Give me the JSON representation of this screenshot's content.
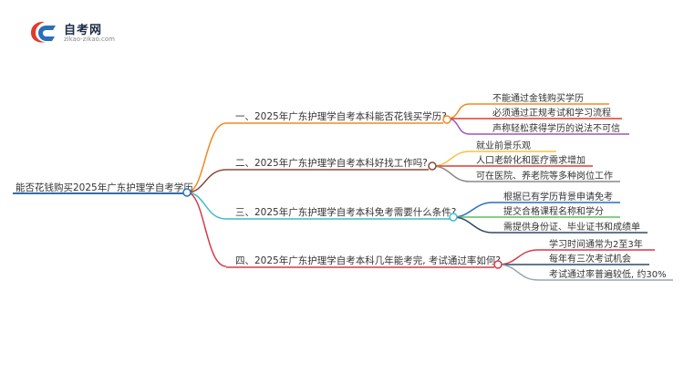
{
  "logo": {
    "brand": "自考网",
    "url": "zikao-zikao.com",
    "colors": {
      "red": "#e03b2a",
      "blue": "#2a6fb8",
      "navy": "#1a2a44"
    }
  },
  "root": {
    "label": "能否花钱购买2025年广东护理学自考学历",
    "color": "#2f6fb0"
  },
  "branches": [
    {
      "label": "一、2025年广东护理学自考本科能否花钱买学历?",
      "color": "#f08a24",
      "leaves": [
        {
          "label": "不能通过金钱购买学历",
          "color": "#f08a24"
        },
        {
          "label": "必须通过正规考试和学习流程",
          "color": "#e03b2a"
        },
        {
          "label": "声称轻松获得学历的说法不可信",
          "color": "#9b59b6"
        }
      ]
    },
    {
      "label": "二、2025年广东护理学自考本科好找工作吗?",
      "color": "#8b4a3a",
      "leaves": [
        {
          "label": "就业前景乐观",
          "color": "#f5c242"
        },
        {
          "label": "人口老龄化和医疗需求增加",
          "color": "#e03b2a"
        },
        {
          "label": "可在医院、养老院等多种岗位工作",
          "color": "#8a8a8a"
        }
      ]
    },
    {
      "label": "三、2025年广东护理学自考本科免考需要什么条件?",
      "color": "#3fbcc8",
      "leaves": [
        {
          "label": "根据已有学历背景申请免考",
          "color": "#2a6fb8"
        },
        {
          "label": "提交合格课程名称和学分",
          "color": "#5fbf5a"
        },
        {
          "label": "需提供身份证、毕业证书和成绩单",
          "color": "#2e4a66"
        }
      ]
    },
    {
      "label": "四、2025年广东护理学自考本科几年能考完, 考试通过率如何?",
      "color": "#d63a4a",
      "leaves": [
        {
          "label": "学习时间通常为2至3年",
          "color": "#d63a4a"
        },
        {
          "label": "每年有三次考试机会",
          "color": "#2e4a66"
        },
        {
          "label": "考试通过率普遍较低, 约30%",
          "color": "#9aa7b4"
        }
      ]
    }
  ]
}
